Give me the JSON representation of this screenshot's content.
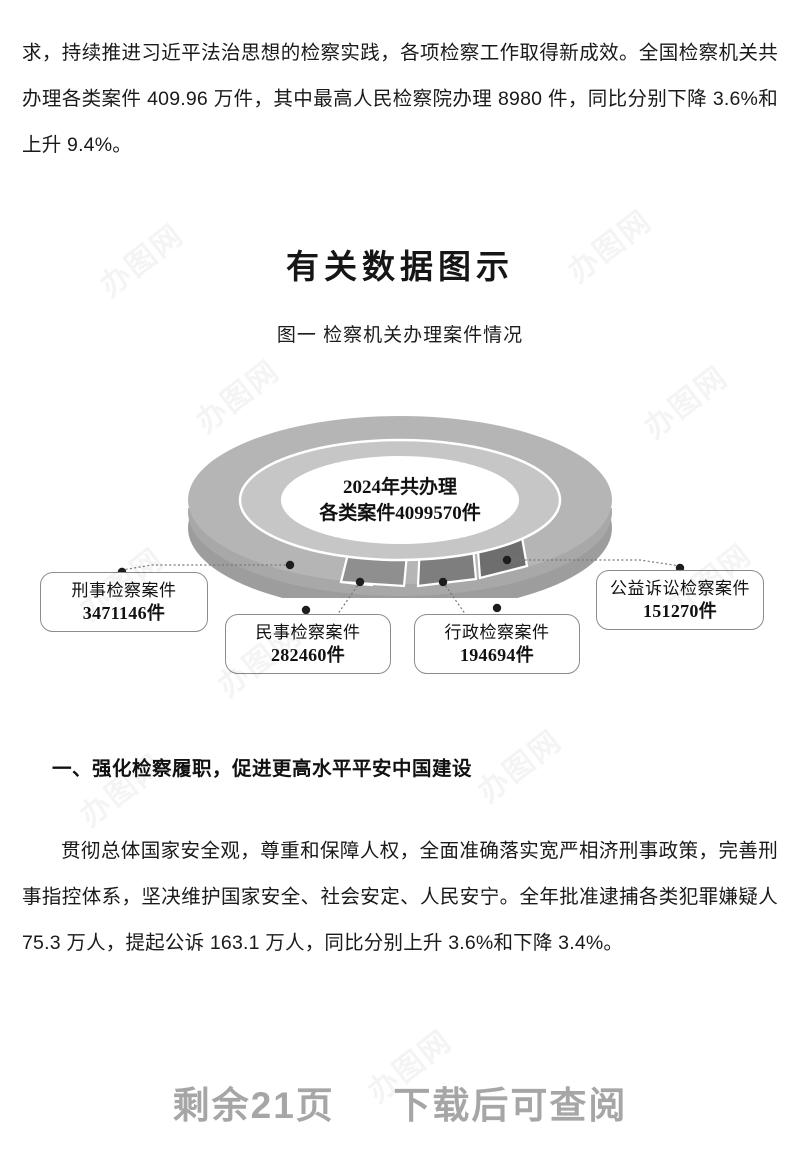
{
  "document": {
    "paragraph_top": "求，持续推进习近平法治思想的检察实践，各项检察工作取得新成效。全国检察机关共办理各类案件 409.96 万件，其中最高人民检察院办理 8980 件，同比分别下降 3.6%和上升 9.4%。",
    "figure_heading": "有关数据图示",
    "figure_caption": "图一  检察机关办理案件情况",
    "section_heading": "一、强化检察履职，促进更高水平平安中国建设",
    "paragraph_bottom": "贯彻总体国家安全观，尊重和保障人权，全面准确落实宽严相济刑事政策，完善刑事指控体系，坚决维护国家安全、社会安定、人民安宁。全年批准逮捕各类犯罪嫌疑人 75.3 万人，提起公诉 163.1 万人，同比分别上升 3.6%和下降 3.4%。"
  },
  "footer": {
    "remaining_pages": "剩余21页",
    "download_hint": "下载后可查阅"
  },
  "watermark": {
    "text": "办图网"
  },
  "chart_data": {
    "type": "pie",
    "title": "图一  检察机关办理案件情况",
    "center_label_line1": "2024年共办理",
    "center_label_line2": "各类案件4099570件",
    "total": 4099570,
    "unit": "件",
    "legend_position": "callouts",
    "categories": [
      "刑事检察案件",
      "民事检察案件",
      "行政检察案件",
      "公益诉讼检察案件"
    ],
    "values": [
      3471146,
      282460,
      194694,
      151270
    ],
    "value_labels": [
      "3471146件",
      "282460件",
      "194694件",
      "151270件"
    ],
    "percent": [
      84.7,
      6.9,
      4.7,
      3.7
    ],
    "colors": [
      "#b3b3b3",
      "#8f8f8f",
      "#7e7e7e",
      "#6e6e6e"
    ],
    "slices": [
      {
        "name": "刑事检察案件",
        "value": 3471146,
        "value_label": "3471146件",
        "color": "#b3b3b3"
      },
      {
        "name": "民事检察案件",
        "value": 282460,
        "value_label": "282460件",
        "color": "#8f8f8f"
      },
      {
        "name": "行政检察案件",
        "value": 194694,
        "value_label": "194694件",
        "color": "#7e7e7e"
      },
      {
        "name": "公益诉讼检察案件",
        "value": 151270,
        "value_label": "151270件",
        "color": "#6e6e6e"
      }
    ]
  },
  "colors": {
    "ring_top": "#b3b3b3",
    "ring_side": "#a0a0a0",
    "ring_inner": "#c4c4c4",
    "callout_border": "#8c8c8c",
    "footer_text": "#a6a6a6",
    "body_text": "#1a1a1a"
  }
}
